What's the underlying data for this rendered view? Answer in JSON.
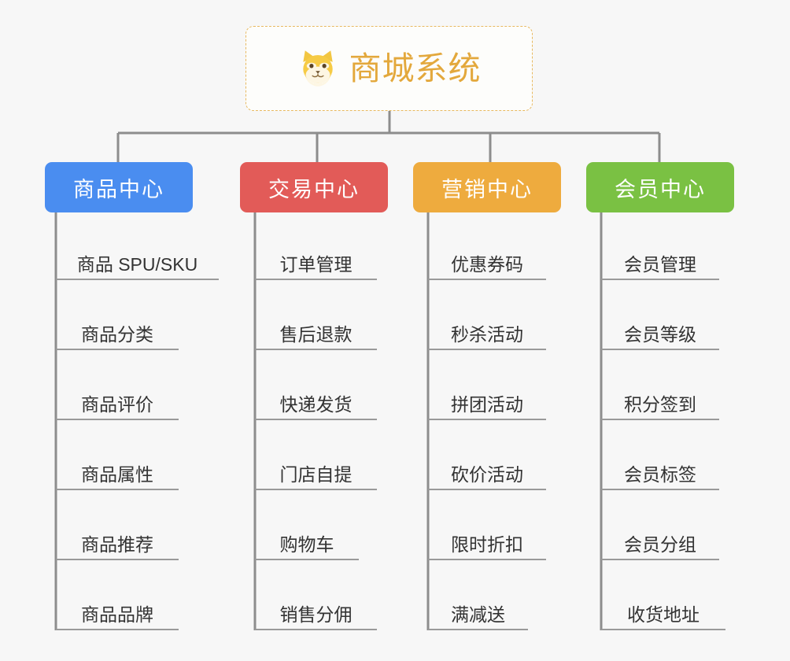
{
  "diagram": {
    "type": "org-chart",
    "background_color": "#f7f7f7",
    "root": {
      "title": "商城系统",
      "icon": "shiba-dog-face-icon",
      "text_color": "#e3a83c",
      "border_color": "#e8b960",
      "background_color": "#fdfdfb"
    },
    "columns": [
      {
        "label": "商品中心",
        "color": "#4a8df0",
        "items": [
          "商品 SPU/SKU",
          "商品分类",
          "商品评价",
          "商品属性",
          "商品推荐",
          "商品品牌"
        ]
      },
      {
        "label": "交易中心",
        "color": "#e25b58",
        "items": [
          "订单管理",
          "售后退款",
          "快递发货",
          "门店自提",
          "购物车",
          "销售分佣"
        ]
      },
      {
        "label": "营销中心",
        "color": "#eeab3e",
        "items": [
          "优惠券码",
          "秒杀活动",
          "拼团活动",
          "砍价活动",
          "限时折扣",
          "满减送"
        ]
      },
      {
        "label": "会员中心",
        "color": "#7ac143",
        "items": [
          "会员管理",
          "会员等级",
          "积分签到",
          "会员标签",
          "会员分组",
          "收货地址"
        ]
      }
    ],
    "connector_color": "#8d8d8d",
    "leaf_rule_color": "#9a9a9a",
    "leaf_text_color": "#333333"
  }
}
